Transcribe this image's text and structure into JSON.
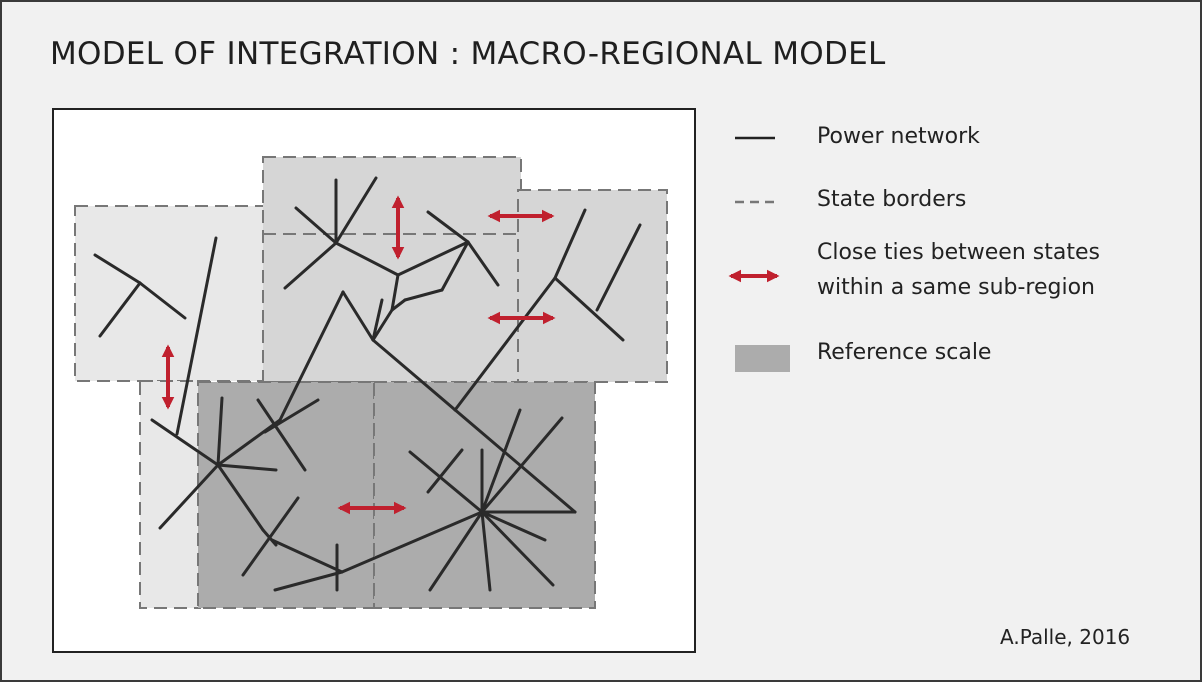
{
  "title": "MODEL OF INTEGRATION : MACRO-REGIONAL MODEL",
  "legend": {
    "power_network": "Power network",
    "state_borders": "State borders",
    "close_ties_line1": "Close ties between states",
    "close_ties_line2": "within a same sub-region",
    "reference_scale": "Reference scale"
  },
  "credit": "A.Palle, 2016",
  "colors": {
    "background": "#f1f1f1",
    "network": "#222222",
    "border_dash": "#777777",
    "tie_arrow": "#c0202e",
    "region_light": "#e6e6e6",
    "region_mid": "#d4d4d4",
    "reference_scale": "#acacac"
  }
}
